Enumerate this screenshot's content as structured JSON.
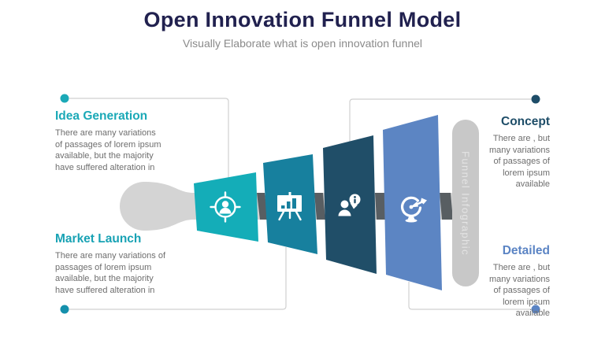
{
  "header": {
    "title": "Open Innovation Funnel Model",
    "subtitle": "Visually Elaborate what is open innovation funnel"
  },
  "funnel": {
    "center_label": "Funnel Infographic",
    "stages": [
      {
        "name": "stage-1",
        "icon": "target-user-icon",
        "color": "#14ADB8"
      },
      {
        "name": "stage-2",
        "icon": "presentation-chart-icon",
        "color": "#17809E"
      },
      {
        "name": "stage-3",
        "icon": "user-info-icon",
        "color": "#204E68"
      },
      {
        "name": "stage-4",
        "icon": "target-dart-icon",
        "color": "#5C85C3"
      }
    ],
    "colors": {
      "bar": "#D4D4D4",
      "capsule": "#C8C8C8",
      "shadow": "#585E62",
      "connector": "#D0D0D0"
    }
  },
  "callouts": {
    "idea_generation": {
      "title": "Idea Generation",
      "body": "There are many variations\nof passages of lorem ipsum\navailable, but the majority\nhave suffered alteration in",
      "accent": "#1BA9B7"
    },
    "market_launch": {
      "title": "Market Launch",
      "body": "There are many variations of\npassages of lorem ipsum\navailable, but the majority\nhave suffered alteration in",
      "accent": "#18A2B4"
    },
    "concept": {
      "title": "Concept",
      "body": "There are , but\nmany variations\nof passages of\nlorem ipsum\navailable",
      "accent": "#1E4D68"
    },
    "detailed": {
      "title": "Detailed",
      "body": "There are , but\nmany variations\nof passages of\nlorem ipsum\navailable",
      "accent": "#5B84C4"
    }
  }
}
